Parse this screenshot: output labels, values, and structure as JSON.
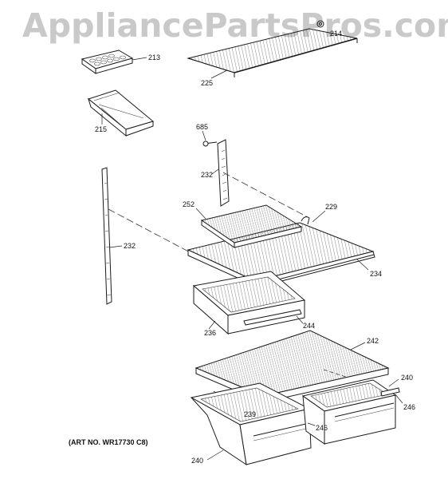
{
  "watermark": "AppliancePartsPros.com",
  "art_number": "(ART NO. WR17730 C8)",
  "callouts": [
    {
      "id": "c213",
      "label": "213"
    },
    {
      "id": "c214",
      "label": "214"
    },
    {
      "id": "c225",
      "label": "225"
    },
    {
      "id": "c215",
      "label": "215"
    },
    {
      "id": "c685",
      "label": "685"
    },
    {
      "id": "c232a",
      "label": "232"
    },
    {
      "id": "c232b",
      "label": "232"
    },
    {
      "id": "c252",
      "label": "252"
    },
    {
      "id": "c229",
      "label": "229"
    },
    {
      "id": "c234",
      "label": "234"
    },
    {
      "id": "c236",
      "label": "236"
    },
    {
      "id": "c244",
      "label": "244"
    },
    {
      "id": "c242",
      "label": "242"
    },
    {
      "id": "c240a",
      "label": "240"
    },
    {
      "id": "c246a",
      "label": "246"
    },
    {
      "id": "c239",
      "label": "239"
    },
    {
      "id": "c246b",
      "label": "246"
    },
    {
      "id": "c240b",
      "label": "240"
    }
  ]
}
